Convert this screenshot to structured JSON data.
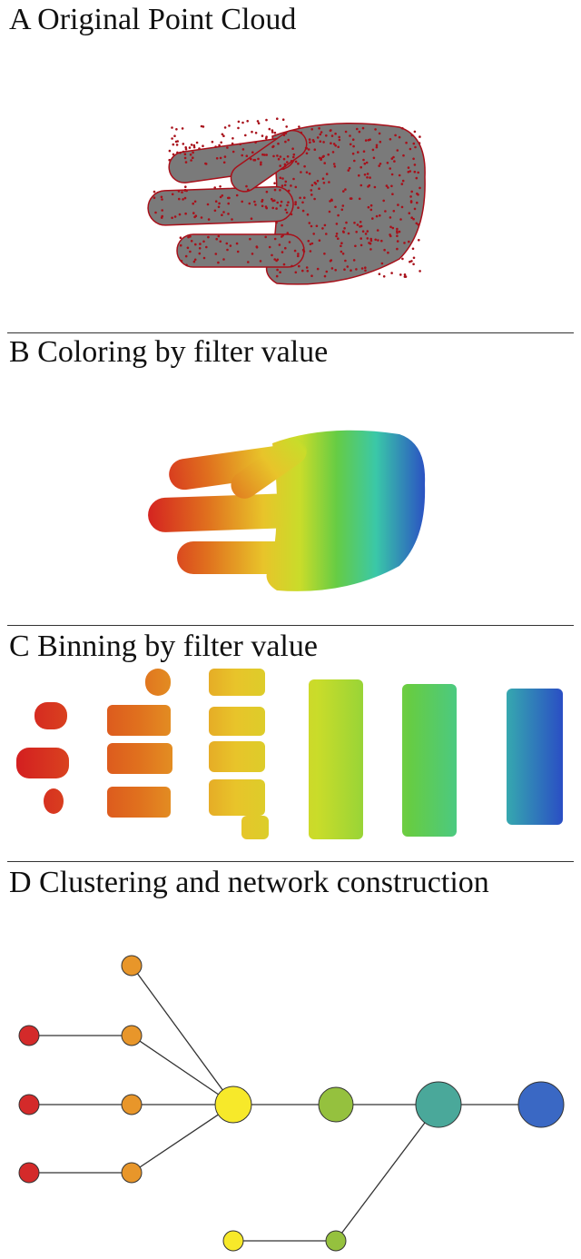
{
  "panels": [
    {
      "title": "A Original Point Cloud"
    },
    {
      "title": "B Coloring by filter value"
    },
    {
      "title": "C Binning by filter value"
    },
    {
      "title": "D Clustering and network construction"
    }
  ],
  "colors": {
    "red": "#d42a2a",
    "orange": "#e8962a",
    "yellow": "#f7e92a",
    "yellow_green": "#95c13e",
    "teal": "#4aa89a",
    "blue": "#3a68c4",
    "point_cloud_gray": "#7a7a7a",
    "point_cloud_dots": "#a8101a",
    "edge": "#333333"
  },
  "network": {
    "nodes": [
      {
        "id": "o-top",
        "color": "orange",
        "size": "small"
      },
      {
        "id": "r1",
        "color": "red",
        "size": "small"
      },
      {
        "id": "o1",
        "color": "orange",
        "size": "small"
      },
      {
        "id": "r2",
        "color": "red",
        "size": "small"
      },
      {
        "id": "o2",
        "color": "orange",
        "size": "small"
      },
      {
        "id": "r3",
        "color": "red",
        "size": "small"
      },
      {
        "id": "o3",
        "color": "orange",
        "size": "small"
      },
      {
        "id": "hub",
        "color": "yellow",
        "size": "large"
      },
      {
        "id": "g1",
        "color": "yellow_green",
        "size": "medium"
      },
      {
        "id": "t1",
        "color": "teal",
        "size": "large"
      },
      {
        "id": "b1",
        "color": "blue",
        "size": "large"
      },
      {
        "id": "y-low",
        "color": "yellow",
        "size": "small"
      },
      {
        "id": "g-low",
        "color": "yellow_green",
        "size": "small"
      }
    ],
    "edges": [
      [
        "o-top",
        "hub"
      ],
      [
        "r1",
        "o1"
      ],
      [
        "o1",
        "hub"
      ],
      [
        "r2",
        "o2"
      ],
      [
        "o2",
        "hub"
      ],
      [
        "r3",
        "o3"
      ],
      [
        "o3",
        "hub"
      ],
      [
        "hub",
        "g1"
      ],
      [
        "g1",
        "t1"
      ],
      [
        "t1",
        "b1"
      ],
      [
        "y-low",
        "g-low"
      ],
      [
        "g-low",
        "t1"
      ]
    ]
  }
}
